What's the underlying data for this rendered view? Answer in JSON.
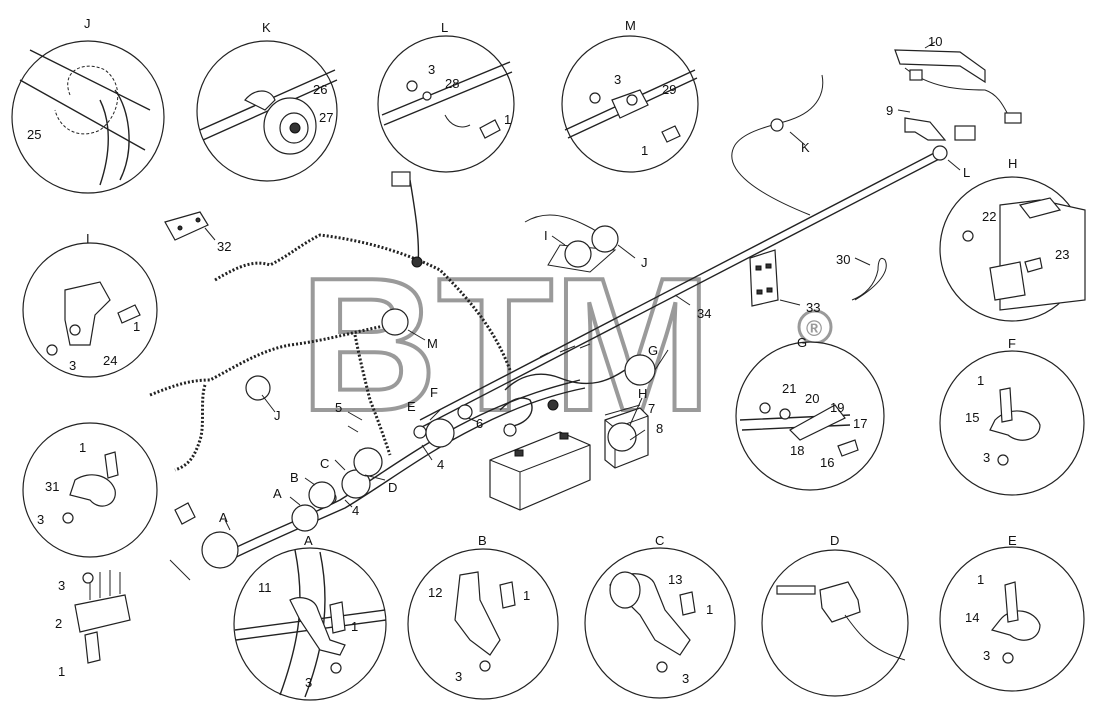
{
  "watermark": {
    "text": "BTM",
    "symbol": "®"
  },
  "views": {
    "J": "J",
    "K": "K",
    "L": "L",
    "M": "M",
    "H": "H",
    "I": "I",
    "G": "G",
    "F": "F",
    "A": "A",
    "B": "B",
    "C": "C",
    "D": "D",
    "E": "E"
  },
  "callouts": {
    "c1": "1",
    "c2": "2",
    "c3": "3",
    "c4": "4",
    "c5": "5",
    "c6": "6",
    "c7": "7",
    "c8": "8",
    "c9": "9",
    "c10": "10",
    "c11": "11",
    "c12": "12",
    "c13": "13",
    "c14": "14",
    "c15": "15",
    "c16": "16",
    "c17": "17",
    "c18": "18",
    "c19": "19",
    "c20": "20",
    "c21": "21",
    "c22": "22",
    "c23": "23",
    "c24": "24",
    "c25": "25",
    "c26": "26",
    "c27": "27",
    "c28": "28",
    "c29": "29",
    "c30": "30",
    "c31": "31",
    "c32": "32",
    "c33": "33",
    "c34": "34"
  }
}
